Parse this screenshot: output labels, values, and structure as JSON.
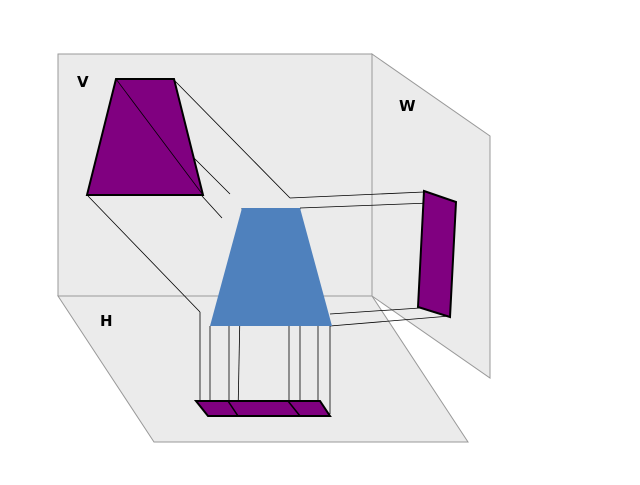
{
  "labels": {
    "vertical_plane": "V",
    "horizontal_plane": "H",
    "side_plane": "W"
  },
  "colors": {
    "plane_fill": "#ebebeb",
    "plane_edge": "#999999",
    "projection_fill": "#800080",
    "object_fill": "#4f81bd",
    "line": "#000000"
  }
}
